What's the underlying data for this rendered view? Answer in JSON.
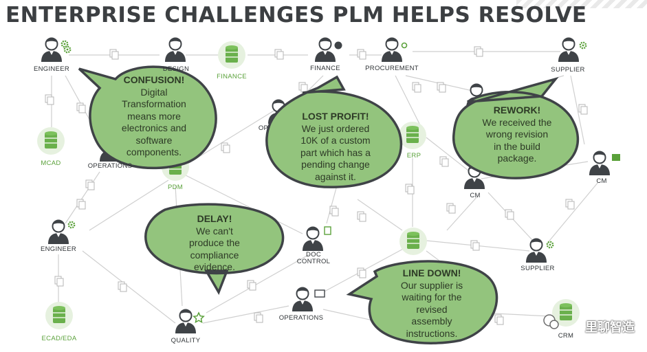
{
  "title": "ENTERPRISE CHALLENGES PLM HELPS RESOLVE",
  "nodes": {
    "engineer_top": "ENGINEER",
    "design": "DESIGN",
    "finance_db": "FINANCE",
    "finance_person": "FINANCE",
    "procurement": "PROCUREMENT",
    "supplier_top": "SUPPLIER",
    "mcad": "MCAD",
    "operations_left": "OPERATIONS",
    "pdm": "PDM",
    "ops_partial": "OP",
    "erp_partial": "ERP",
    "cm_center": "CM",
    "cm_right": "CM",
    "engineer_left": "ENGINEER",
    "doc_control": "DOC\nCONTROL",
    "supplier_right": "SUPPLIER",
    "ecad": "ECAD/EDA",
    "quality": "QUALITY",
    "operations_bottom": "OPERATIONS",
    "crm": "CRM"
  },
  "bubbles": {
    "confusion": {
      "heading": "CONFUSION!",
      "body": "Digital\nTransformation\nmeans more\nelectronics and\nsoftware\ncomponents."
    },
    "lost_profit": {
      "heading": "LOST PROFIT!",
      "body": "We just ordered\n10K  of a custom\npart which has a\npending change\nagainst it."
    },
    "rework": {
      "heading": "REWORK!",
      "body": "We received the\nwrong revision\nin the build\npackage."
    },
    "delay": {
      "heading": "DELAY!",
      "body": "We can't\nproduce the\ncompliance\nevidence."
    },
    "line_down": {
      "heading": "LINE DOWN!",
      "body": "Our supplier is\nwaiting for the\nrevised\nassembly\ninstructions."
    }
  },
  "watermark": "里聊智造",
  "colors": {
    "bubble_fill": "#93c47d",
    "bubble_stroke": "#3f4347",
    "green": "#5aa13a",
    "db_fill": "#6ab04c",
    "person": "#3f4347",
    "line": "#c9c9c9"
  }
}
